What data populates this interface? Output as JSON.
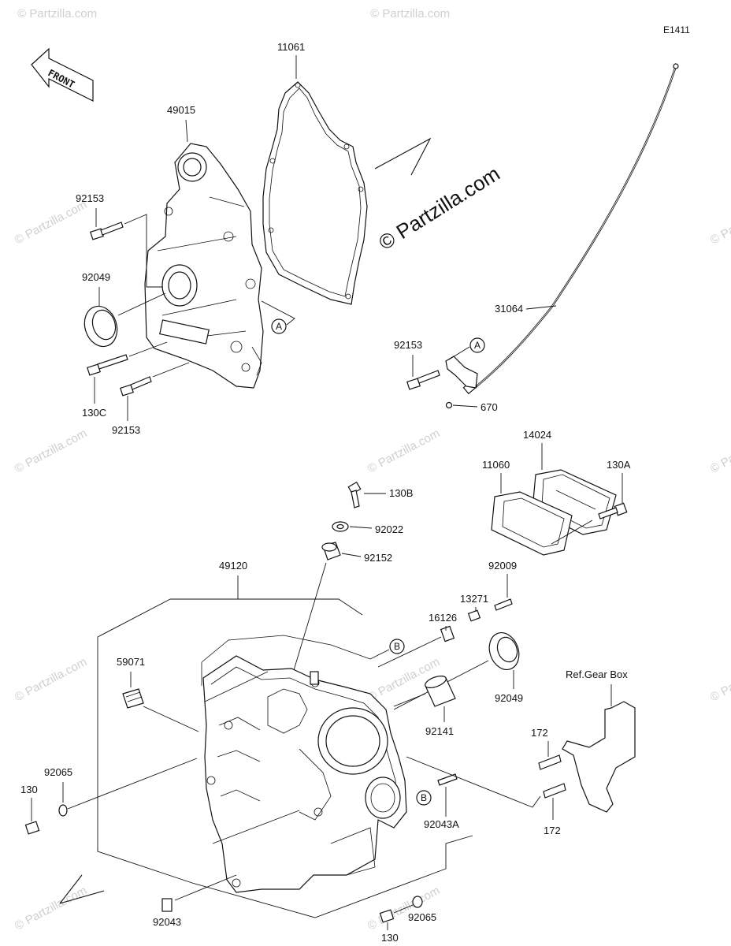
{
  "diagram": {
    "code": "E1411",
    "front_label": "FRONT",
    "copyright": "© Partzilla.com",
    "watermark": "© Partzilla.com",
    "ref_note": "Ref.Gear Box",
    "callout_a": "A",
    "callout_b": "B"
  },
  "parts": {
    "p11061": "11061",
    "p49015": "49015",
    "p92153_a": "92153",
    "p92049_a": "92049",
    "p130c": "130C",
    "p92153_b": "92153",
    "p31064": "31064",
    "p92153_c": "92153",
    "p670": "670",
    "p14024": "14024",
    "p11060": "11060",
    "p130a": "130A",
    "p130b": "130B",
    "p92022": "92022",
    "p92152": "92152",
    "p49120": "49120",
    "p92009": "92009",
    "p13271": "13271",
    "p16126": "16126",
    "p59071": "59071",
    "p92049_b": "92049",
    "p92141": "92141",
    "p172_a": "172",
    "p172_b": "172",
    "p92065_a": "92065",
    "p130_a": "130",
    "p92043a": "92043A",
    "p92043": "92043",
    "p92065_b": "92065",
    "p130_b": "130"
  }
}
